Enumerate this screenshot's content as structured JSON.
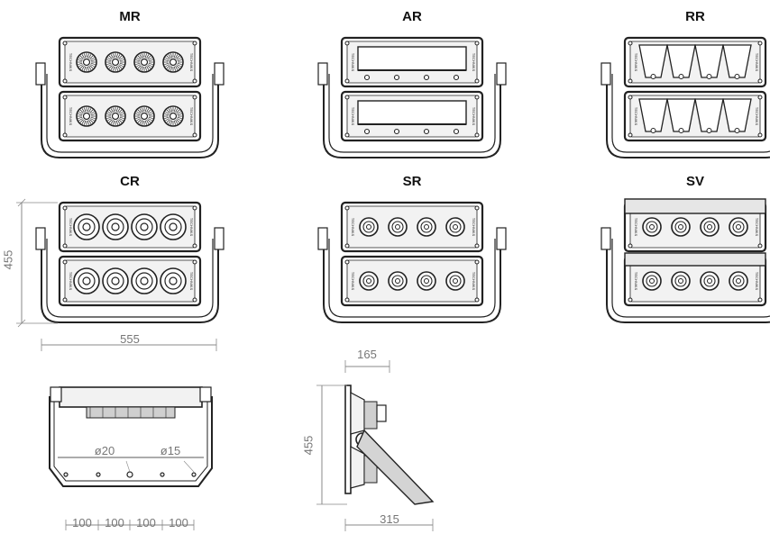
{
  "variants": [
    {
      "code": "MR",
      "optic": "round-ribbed",
      "section": "top"
    },
    {
      "code": "AR",
      "optic": "asymmetric-slot",
      "section": "top"
    },
    {
      "code": "RR",
      "optic": "rectangular-reflector",
      "section": "top"
    },
    {
      "code": "CR",
      "optic": "large-ring",
      "section": "middle"
    },
    {
      "code": "SR",
      "optic": "small-ring",
      "section": "middle"
    },
    {
      "code": "SV",
      "optic": "small-ring-visor",
      "section": "middle"
    }
  ],
  "brand_mark": "TECHNIKS",
  "dimensions": {
    "front_height": "455",
    "front_width": "555",
    "side_depth": "165",
    "side_height": "455",
    "side_base": "315",
    "hole_large": "ø20",
    "hole_small": "ø15",
    "hole_spacing": [
      "100",
      "100",
      "100",
      "100"
    ]
  },
  "colors": {
    "line": "#222222",
    "dim": "#888888",
    "plate": "#e6e6e6",
    "fill": "#f2f2f2"
  }
}
